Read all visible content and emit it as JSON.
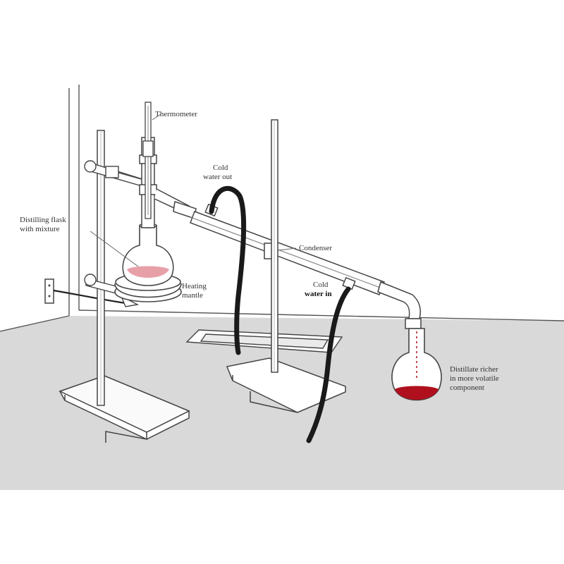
{
  "labels": {
    "thermometer": "Thermometer",
    "cold_water_out": [
      "Cold",
      "water out"
    ],
    "distilling_flask": [
      "Distilling flask",
      "with mixture"
    ],
    "condenser": "Condenser",
    "heating_mantle": [
      "Heating",
      "mantle"
    ],
    "cold_water_in": [
      "Cold",
      "water in"
    ],
    "distillate": [
      "Distillate richer",
      "in more volatile",
      "component"
    ]
  },
  "colors": {
    "floor": "#d9d9d9",
    "wall": "#ffffff",
    "line": "#444444",
    "tubing": "#1a1a1a",
    "mixture": "#e8a0a8",
    "distillate": "#b0101e"
  }
}
